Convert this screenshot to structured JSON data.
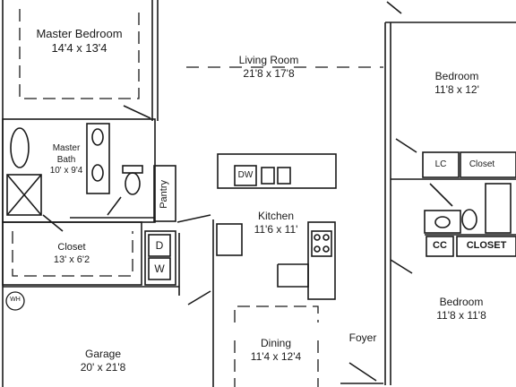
{
  "rooms": {
    "master_bedroom": {
      "name": "Master Bedroom",
      "size": "14'4 x 13'4"
    },
    "living_room": {
      "name": "Living Room",
      "size": "21'8 x 17'8"
    },
    "bedroom_1": {
      "name": "Bedroom",
      "size": "11'8 x 12'"
    },
    "master_bath": {
      "name_line1": "Master",
      "name_line2": "Bath",
      "size": "10' x 9'4"
    },
    "closet_master": {
      "name": "Closet",
      "size": "13' x 6'2"
    },
    "kitchen": {
      "name": "Kitchen",
      "size": "11'6 x 11'"
    },
    "bedroom_2": {
      "name": "Bedroom",
      "size": "11'8 x 11'8"
    },
    "garage": {
      "name": "Garage",
      "size": "20' x 21'8"
    },
    "dining": {
      "name": "Dining",
      "size": "11'4 x 12'4"
    },
    "foyer": {
      "name": "Foyer"
    }
  },
  "fixtures": {
    "dw": "DW",
    "pantry": "Pantry",
    "dryer": "D",
    "washer": "W",
    "water_heater": "WH",
    "lc": "LC",
    "closet_small": "Closet",
    "cc": "CC",
    "closet_caps": "CLOSET"
  },
  "colors": {
    "line": "#1a1a1a",
    "background": "#ffffff"
  }
}
